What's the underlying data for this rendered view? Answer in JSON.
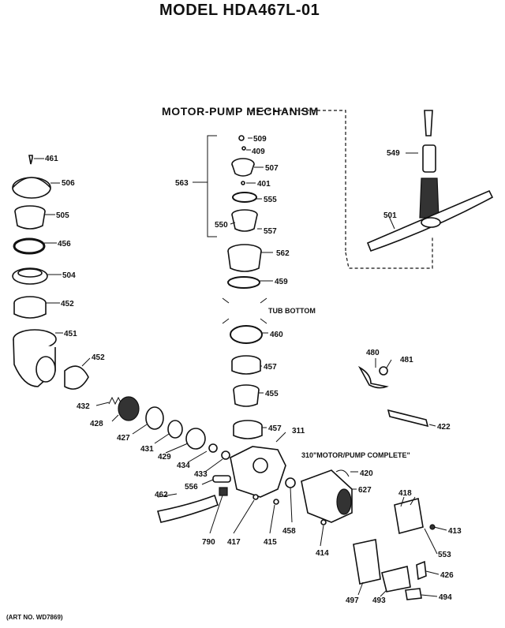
{
  "title": "MODEL HDA467L-01",
  "subtitle": "MOTOR-PUMP MECHANISM",
  "tub_bottom": "TUB BOTTOM",
  "motor_pump_complete": "310\"MOTOR/PUMP COMPLETE\"",
  "art_no": "(ART NO. WD7869)",
  "labels": [
    "461",
    "506",
    "505",
    "456",
    "504",
    "452",
    "451",
    "452",
    "432",
    "428",
    "427",
    "431",
    "429",
    "434",
    "433",
    "462",
    "556",
    "790",
    "417",
    "415",
    "458",
    "414",
    "509",
    "409",
    "507",
    "401",
    "563",
    "555",
    "550",
    "557",
    "562",
    "459",
    "460",
    "457",
    "455",
    "457",
    "311",
    "420",
    "627",
    "549",
    "501",
    "480",
    "481",
    "422",
    "418",
    "413",
    "553",
    "426",
    "497",
    "493",
    "494"
  ]
}
